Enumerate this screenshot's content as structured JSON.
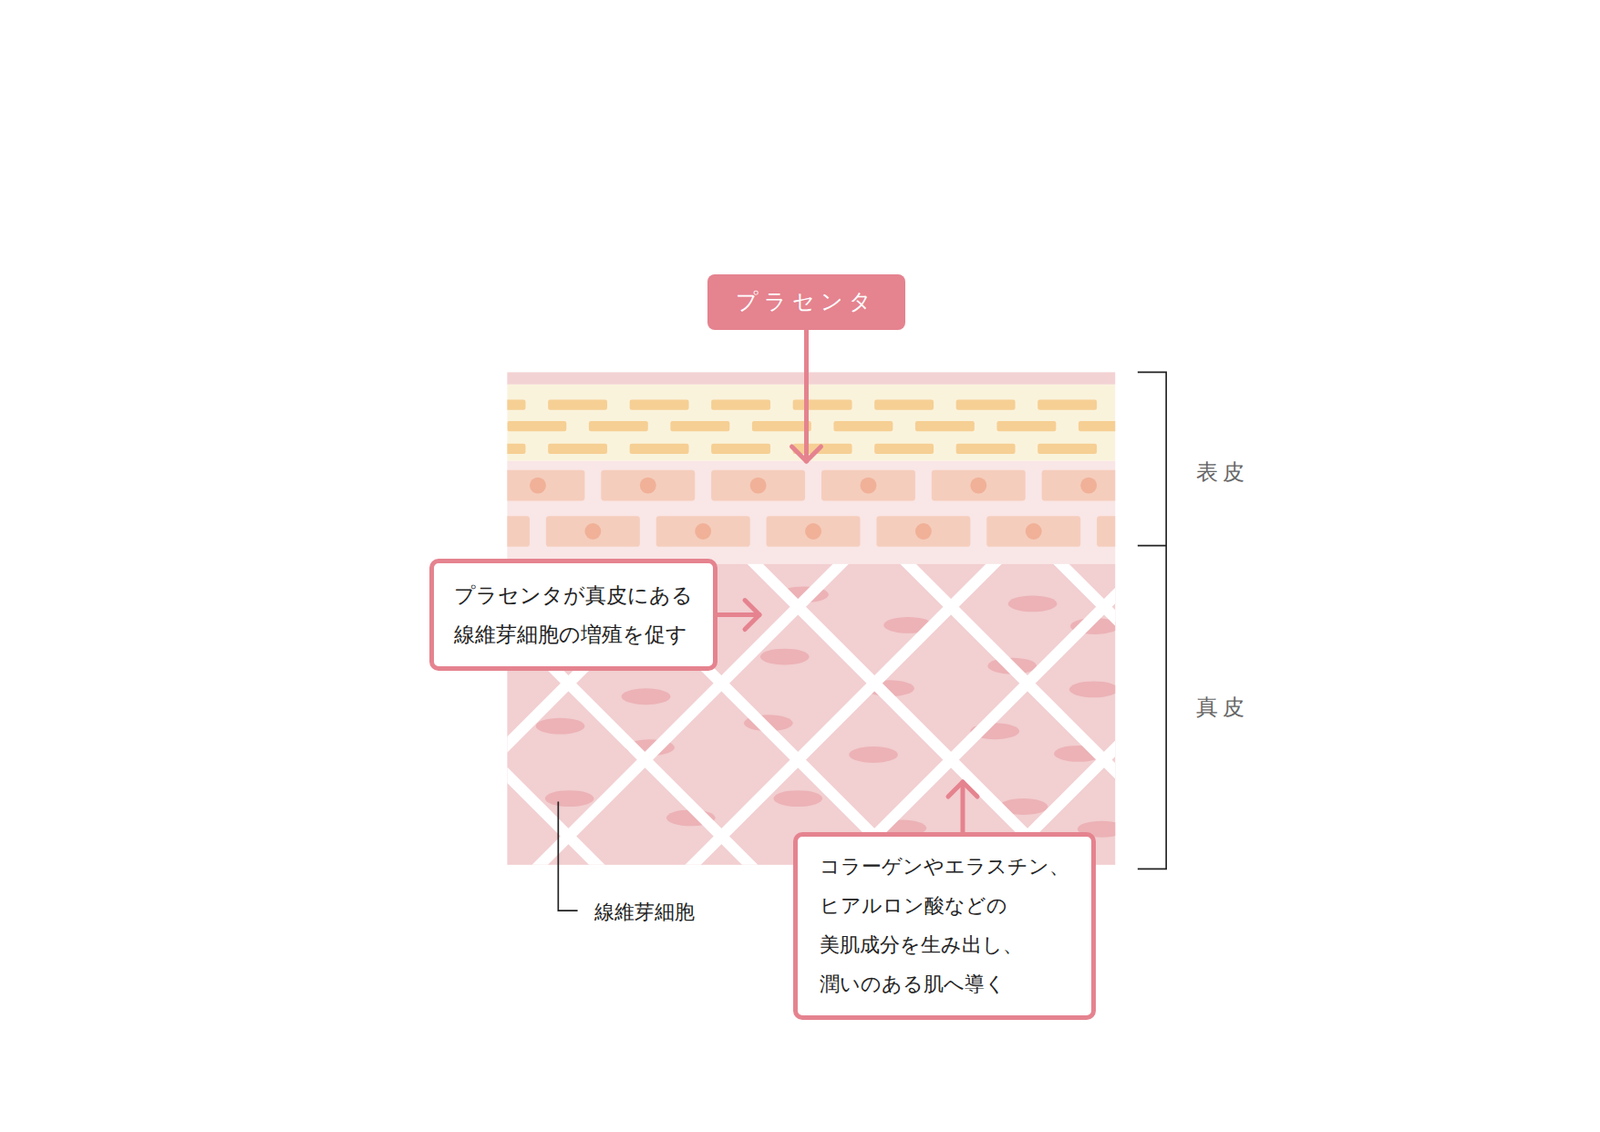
{
  "diagram": {
    "nodes": [
      {
        "text": [
          "プラセンタ"
        ]
      },
      {
        "text": [
          "プラセンタが真皮にある 線維芽細胞の増殖を促す"
        ]
      },
      {
        "text": [
          "コラーゲンやエラスチン、 ヒアルロン酸などの 美肌成分を生み出し、 潤いのある肌へ導く"
        ]
      }
    ],
    "labels": [
      "表皮",
      "真皮",
      "線維芽細胞"
    ]
  }
}
